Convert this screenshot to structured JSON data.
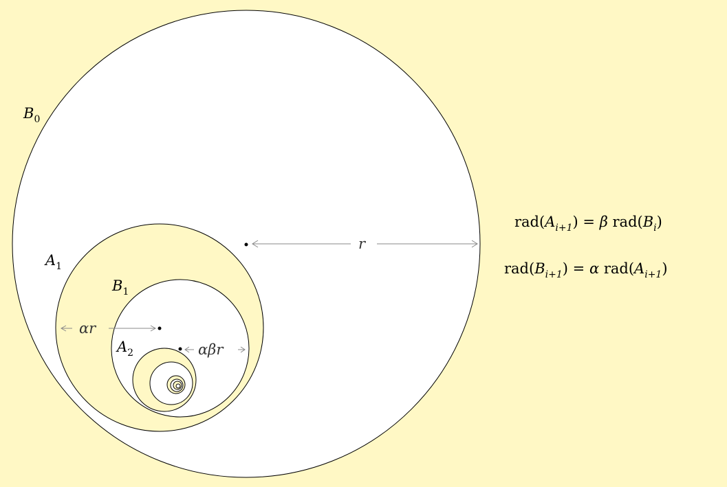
{
  "labels": {
    "B0": {
      "main": "B",
      "sub": "0"
    },
    "A1": {
      "main": "A",
      "sub": "1"
    },
    "B1": {
      "main": "B",
      "sub": "1"
    },
    "A2": {
      "main": "A",
      "sub": "2"
    }
  },
  "dimensions": {
    "r": "r",
    "alpha_r": "αr",
    "alpha_beta_r": "αβr"
  },
  "equations": {
    "eq1": {
      "fn": "rad",
      "lhs_var": "A",
      "lhs_sub": "i+1",
      "equals": "=",
      "coef": "β",
      "rhs_var": "B",
      "rhs_sub": "i"
    },
    "eq2": {
      "fn": "rad",
      "lhs_var": "B",
      "lhs_sub": "i+1",
      "equals": "=",
      "coef": "α",
      "rhs_var": "A",
      "rhs_sub": "i+1"
    }
  },
  "colors": {
    "background": "#fff8c5",
    "disk_white": "#ffffff",
    "disk_yellow": "#fff8c5",
    "stroke": "#000000",
    "arrow": "#888888"
  }
}
